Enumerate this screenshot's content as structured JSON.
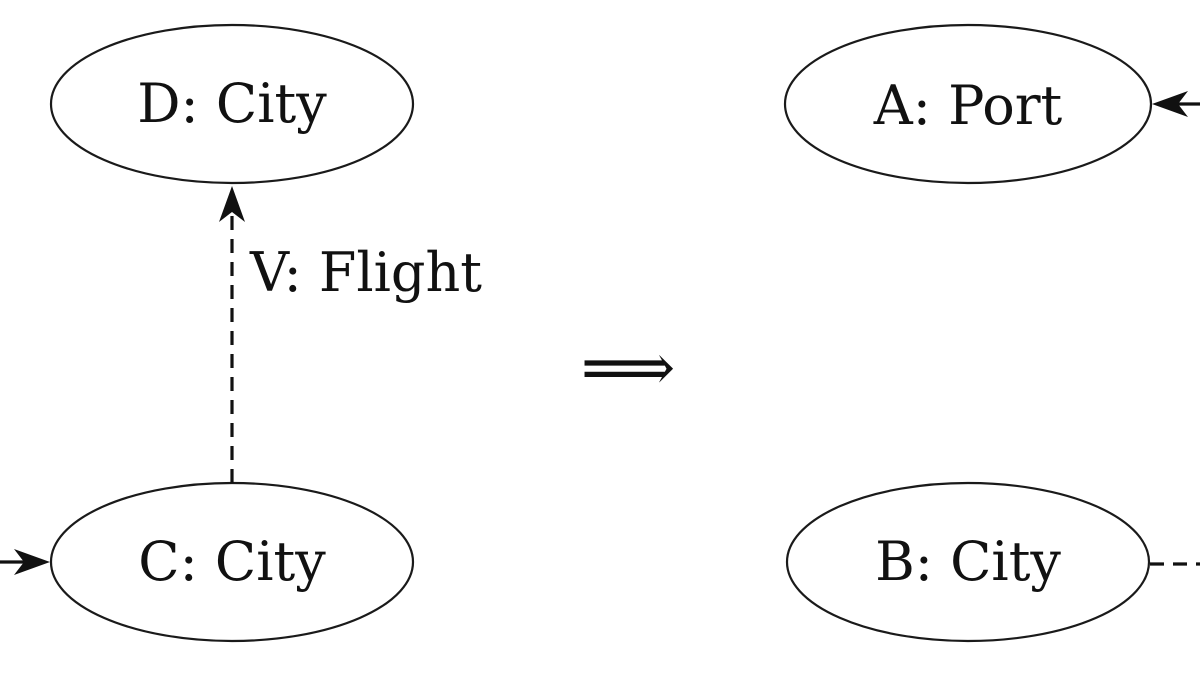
{
  "nodes": {
    "d": {
      "label": "D: City"
    },
    "c": {
      "label": "C: City"
    },
    "a": {
      "label": "A: Port"
    },
    "b": {
      "label": "B: City"
    }
  },
  "edges": {
    "v": {
      "label": "V: Flight",
      "style": "dashed"
    }
  },
  "implication_symbol": "⟹",
  "colors": {
    "stroke": "#111111",
    "background": "#ffffff"
  }
}
